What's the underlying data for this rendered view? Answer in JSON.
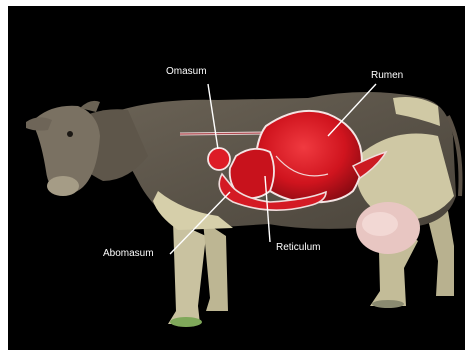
{
  "labels": {
    "omasum": "Omasum",
    "rumen": "Rumen",
    "abomasum": "Abomasum",
    "reticulum": "Reticulum"
  },
  "colors": {
    "background": "#000000",
    "stomach_red": "#d0141e",
    "stomach_dark": "#7a0a10",
    "cow_dark": "#5a5146",
    "cow_light": "#c9c2a0",
    "udder": "#e8c6c2",
    "label_text": "#ffffff"
  }
}
